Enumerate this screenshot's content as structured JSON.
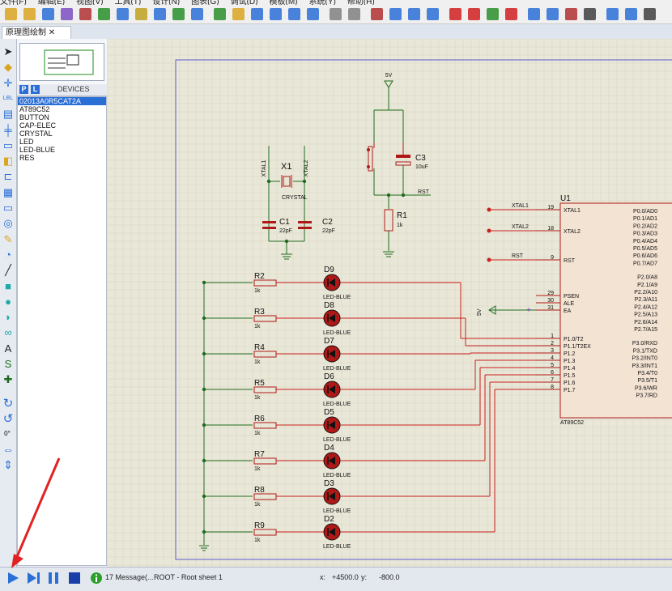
{
  "menu": [
    "文件(F)",
    "编辑(E)",
    "视图(V)",
    "工具(T)",
    "设计(N)",
    "图表(G)",
    "调试(D)",
    "模板(M)",
    "系统(Y)",
    "帮助(H)"
  ],
  "tab": {
    "label": "原理图绘制"
  },
  "devices": {
    "header": "DEVICES",
    "p_btn": "P",
    "l_btn": "L",
    "items": [
      "02013A0R5CAT2A",
      "AT89C52",
      "BUTTON",
      "CAP-ELEC",
      "CRYSTAL",
      "LED",
      "LED-BLUE",
      "RES"
    ]
  },
  "rotation": "0°",
  "status": {
    "messages": "17 Message(...",
    "sheet": "ROOT - Root sheet 1",
    "x_label": "x:",
    "x_value": "+4500.0",
    "y_label": "y:",
    "y_value": "-800.0"
  },
  "schematic": {
    "power_5v": "5V",
    "crystal": {
      "ref": "X1",
      "value": "CRYSTAL",
      "pin1": "XTAL1",
      "pin2": "XTAL2"
    },
    "c1": {
      "ref": "C1",
      "value": "22pF"
    },
    "c2": {
      "ref": "C2",
      "value": "22pF"
    },
    "c3": {
      "ref": "C3",
      "value": "10uF"
    },
    "r1": {
      "ref": "R1",
      "value": "1k"
    },
    "rst": "RST",
    "mcu": {
      "ref": "U1",
      "type": "AT89C52",
      "left_pins": [
        {
          "name": "XTAL1",
          "num": "19"
        },
        {
          "name": "XTAL2",
          "num": "18"
        },
        {
          "name": "RST",
          "num": "9"
        },
        {
          "name": "PSEN",
          "num": "29"
        },
        {
          "name": "ALE",
          "num": "30"
        },
        {
          "name": "EA",
          "num": "31"
        },
        {
          "name": "P1.0/T2",
          "num": "1"
        },
        {
          "name": "P1.1/T2EX",
          "num": "2"
        },
        {
          "name": "P1.2",
          "num": "3"
        },
        {
          "name": "P1.3",
          "num": "4"
        },
        {
          "name": "P1.4",
          "num": "5"
        },
        {
          "name": "P1.5",
          "num": "6"
        },
        {
          "name": "P1.6",
          "num": "7"
        },
        {
          "name": "P1.7",
          "num": "8"
        }
      ],
      "right_pins": [
        "P0.0/AD0",
        "P0.1/AD1",
        "P0.2/AD2",
        "P0.3/AD3",
        "P0.4/AD4",
        "P0.5/AD5",
        "P0.6/AD6",
        "P0.7/AD7",
        "P2.0/A8",
        "P2.1/A9",
        "P2.2/A10",
        "P2.3/A11",
        "P2.4/A12",
        "P2.5/A13",
        "P2.6/A14",
        "P2.7/A15",
        "P3.0/RXD",
        "P3.1/TXD",
        "P3.2/INT0",
        "P3.3/INT1",
        "P3.4/T0",
        "P3.5/T1",
        "P3.6/WR",
        "P3.7/RD"
      ]
    },
    "ea_power": "5V",
    "led_rows": [
      {
        "r": "R2",
        "led": "D9"
      },
      {
        "r": "R3",
        "led": "D8"
      },
      {
        "r": "R4",
        "led": "D7"
      },
      {
        "r": "R5",
        "led": "D6"
      },
      {
        "r": "R6",
        "led": "D5"
      },
      {
        "r": "R7",
        "led": "D4"
      },
      {
        "r": "R8",
        "led": "D3"
      },
      {
        "r": "R9",
        "led": "D2"
      }
    ],
    "resistor_value": "1k",
    "led_value": "LED-BLUE"
  },
  "colors": {
    "canvas": "#e9e7d7",
    "grid": "#d8d5c3",
    "frame": "#5b5bd0",
    "wire": "#cc1f1f",
    "component": "#b01818",
    "junction": "#1f6b1f",
    "accent": "#2a6fd6",
    "annotation_arrow": "#e22222"
  }
}
